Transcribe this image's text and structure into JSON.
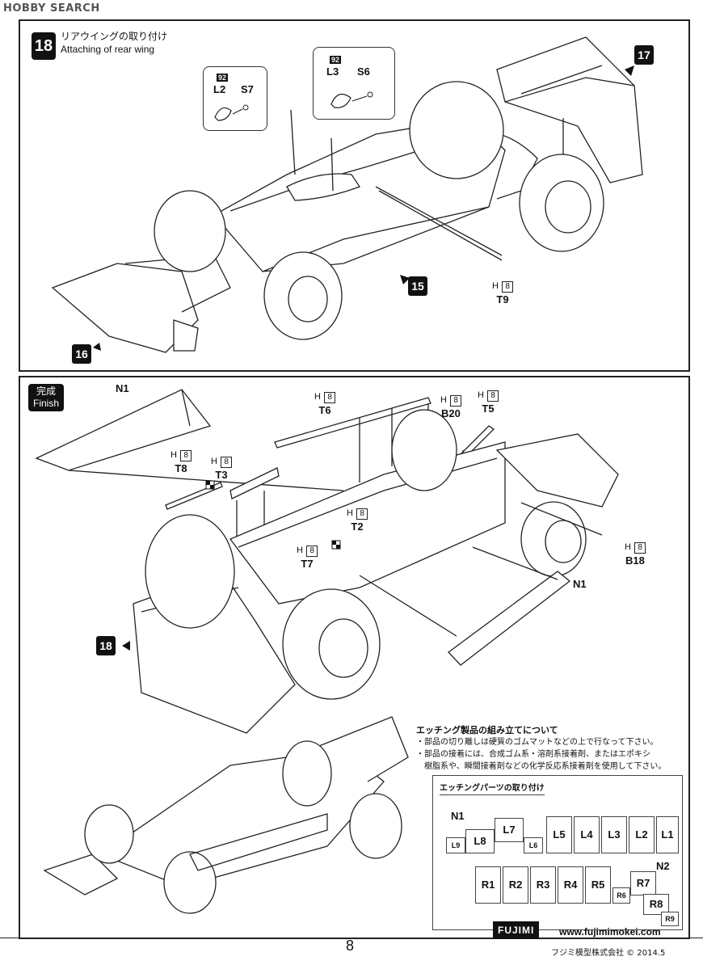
{
  "watermark": "HOBBY SEARCH",
  "step18": {
    "number": "18",
    "title_jp": "リアウイングの取り付け",
    "title_en": "Attaching of rear wing",
    "callout_left": {
      "badge": "92",
      "part": "L2",
      "screw": "S7"
    },
    "callout_right": {
      "badge": "92",
      "part": "L3",
      "screw": "S6"
    },
    "ref_17": "17",
    "ref_15": "15",
    "ref_16": "16",
    "t9": {
      "h": "H",
      "num": "8",
      "label": "T9"
    }
  },
  "finish": {
    "badge_jp": "完成",
    "badge_en": "Finish",
    "labels": {
      "n1_top": "N1",
      "n1_side": "N1",
      "t6": {
        "h": "H",
        "num": "8",
        "label": "T6"
      },
      "b20": {
        "h": "H",
        "num": "8",
        "label": "B20"
      },
      "t5": {
        "h": "H",
        "num": "8",
        "label": "T5"
      },
      "t8": {
        "h": "H",
        "num": "8",
        "label": "T8"
      },
      "t3": {
        "h": "H",
        "num": "8",
        "label": "T3"
      },
      "t2": {
        "h": "H",
        "num": "8",
        "label": "T2"
      },
      "t7": {
        "h": "H",
        "num": "8",
        "label": "T7"
      },
      "b18": {
        "h": "H",
        "num": "8",
        "label": "B18"
      },
      "ref_18": "18"
    },
    "etching_notes": {
      "title": "エッチング製品の組み立てについて",
      "lines": [
        "・部品の切り離しは硬質のゴムマットなどの上で行なって下さい。",
        "・部品の接着には、合成ゴム系・溶剤系接着剤、またはエポキシ",
        "　樹脂系や、瞬間接着剤などの化学反応系接着剤を使用して下さい。"
      ]
    },
    "etching_box": {
      "title": "エッチングパーツの取り付け",
      "n1_label": "N1",
      "n2_label": "N2",
      "row1": [
        "L9",
        "L8",
        "L7",
        "L6",
        "L5",
        "L4",
        "L3",
        "L2",
        "L1"
      ],
      "row2": [
        "R1",
        "R2",
        "R3",
        "R4",
        "R5",
        "R6",
        "R7",
        "R8",
        "R9"
      ]
    }
  },
  "footer": {
    "page_number": "8",
    "logo": "FUJIMI",
    "url": "www.fujimimokei.com",
    "copyright": "フジミ模型株式会社 © 2014.5"
  }
}
